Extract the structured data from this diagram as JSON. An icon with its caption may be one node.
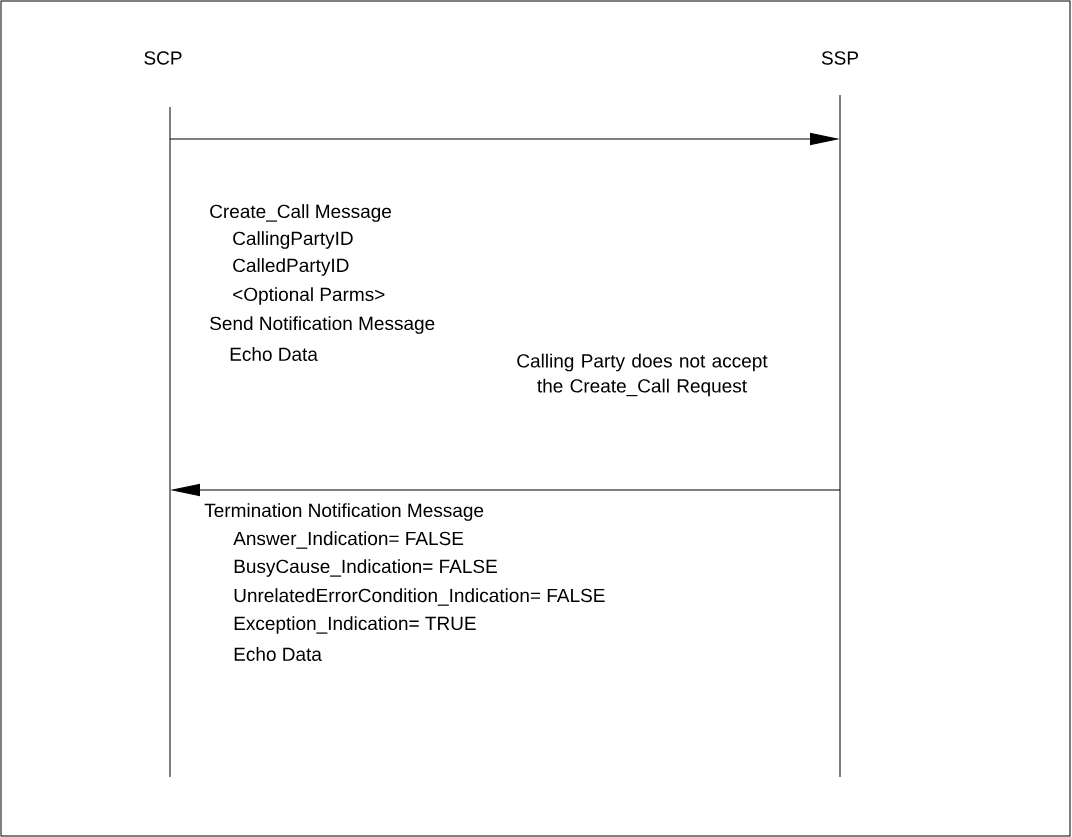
{
  "diagram": {
    "nodes": [
      {
        "text": [],
        "shape": "bar",
        "beside": [
          "SCP"
        ]
      },
      {
        "text": [],
        "shape": "bar",
        "beside": [
          "SSP"
        ]
      }
    ],
    "edges": [
      {
        "from": 0,
        "to": 1,
        "arrow": "to"
      },
      {
        "from": 1,
        "to": 0,
        "arrow": "to"
      }
    ],
    "labels": [
      "Create_Call Message",
      "CallingPartyID",
      "CalledPartyID",
      "<Optional Parms>",
      "Send Notification Message",
      "Echo Data",
      "Calling Party does not accept the Create_Call Request",
      "Termination Notification Message",
      "Answer_Indication= FALSE",
      "BusyCause_Indication= FALSE",
      "UnrelatedErrorCondition_Indication= FALSE",
      "Exception_Indication= TRUE",
      "Echo Data"
    ]
  }
}
